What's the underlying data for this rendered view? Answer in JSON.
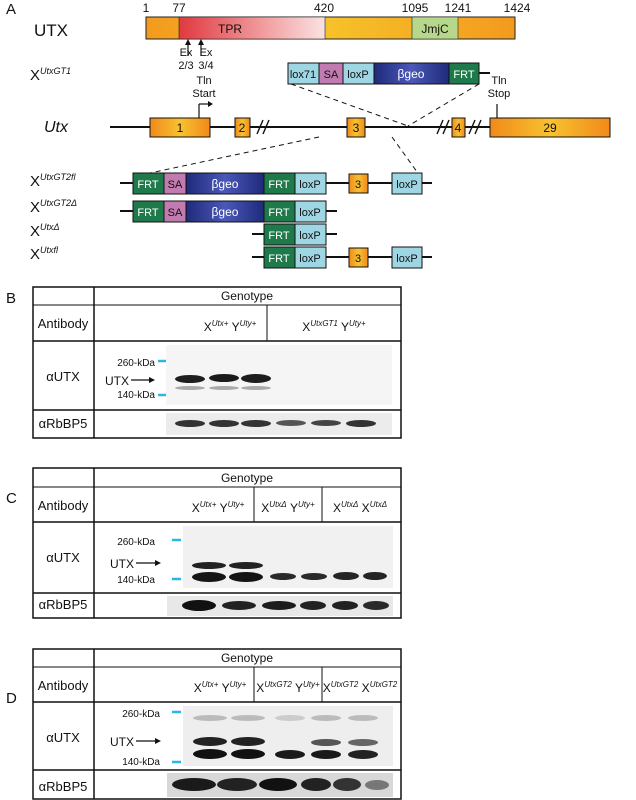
{
  "panelA": {
    "label": "A",
    "protein": {
      "name": "UTX",
      "positions": [
        "1",
        "77",
        "420",
        "1095",
        "1241",
        "1424"
      ],
      "tpr_label": "TPR",
      "jmjc_label": "JmjC",
      "exon_arrows": [
        "Ex\n2/3",
        "Ex\n3/4"
      ]
    },
    "alleles": {
      "gt1_X": "X",
      "gt1_sup": "UtxGT1",
      "gt1_boxes": [
        "lox71",
        "SA",
        "loxP",
        "βgeo",
        "FRT"
      ],
      "gene_name": "Utx",
      "tln_start": "Tln\nStart",
      "tln_stop": "Tln\nStop",
      "exons": [
        "1",
        "2",
        "3",
        "4",
        "29"
      ],
      "gt2fl_sup": "UtxGT2fl",
      "gt2fl_boxes": [
        "FRT",
        "SA",
        "βgeo",
        "FRT",
        "loxP",
        "3",
        "loxP"
      ],
      "gt2d_sup": "UtxGT2Δ",
      "gt2d_boxes": [
        "FRT",
        "SA",
        "βgeo",
        "FRT",
        "loxP"
      ],
      "d_sup": "UtxΔ",
      "d_boxes": [
        "FRT",
        "loxP"
      ],
      "fl_sup": "Utxfl",
      "fl_boxes": [
        "FRT",
        "loxP",
        "3",
        "loxP"
      ]
    }
  },
  "panelB": {
    "label": "B",
    "genotype_header": "Genotype",
    "antibody_header": "Antibody",
    "genotypes": [
      {
        "x": "X",
        "xs": "Utx+",
        "y": "Y",
        "ys": "Uty+"
      },
      {
        "x": "X",
        "xs": "UtxGT1",
        "y": "Y",
        "ys": "Uty+"
      }
    ],
    "ab1": "αUTX",
    "ab2": "αRbBP5",
    "marker_top": "260-kDa",
    "marker_bottom": "140-kDa",
    "band_label": "UTX"
  },
  "panelC": {
    "label": "C",
    "genotype_header": "Genotype",
    "antibody_header": "Antibody",
    "genotypes": [
      {
        "x": "X",
        "xs": "Utx+",
        "y": "Y",
        "ys": "Uty+"
      },
      {
        "x": "X",
        "xs": "UtxΔ",
        "y": "Y",
        "ys": "Uty+"
      },
      {
        "x": "X",
        "xs": "UtxΔ",
        "y": "X",
        "ys": "UtxΔ"
      }
    ],
    "ab1": "αUTX",
    "ab2": "αRbBP5",
    "marker_top": "260-kDa",
    "marker_bottom": "140-kDa",
    "band_label": "UTX"
  },
  "panelD": {
    "label": "D",
    "genotype_header": "Genotype",
    "antibody_header": "Antibody",
    "genotypes": [
      {
        "x": "X",
        "xs": "Utx+",
        "y": "Y",
        "ys": "Uty+"
      },
      {
        "x": "X",
        "xs": "UtxGT2",
        "y": "Y",
        "ys": "Uty+"
      },
      {
        "x": "X",
        "xs": "UtxGT2",
        "y": "X",
        "ys": "UtxGT2"
      }
    ],
    "ab1": "αUTX",
    "ab2": "αRbBP5",
    "marker_top": "260-kDa",
    "marker_bottom": "140-kDa",
    "band_label": "UTX"
  },
  "colors": {
    "exon_orange": "#f7a21b",
    "tpr_red": "#e8565a",
    "jmjc_green": "#b7d88a",
    "frt_green": "#1e7a4a",
    "sa_pink": "#c27bb0",
    "loxp_blue": "#9fd6e4",
    "bgeo_navy": "#2e3a8c",
    "marker_cyan": "#29b6e8"
  }
}
